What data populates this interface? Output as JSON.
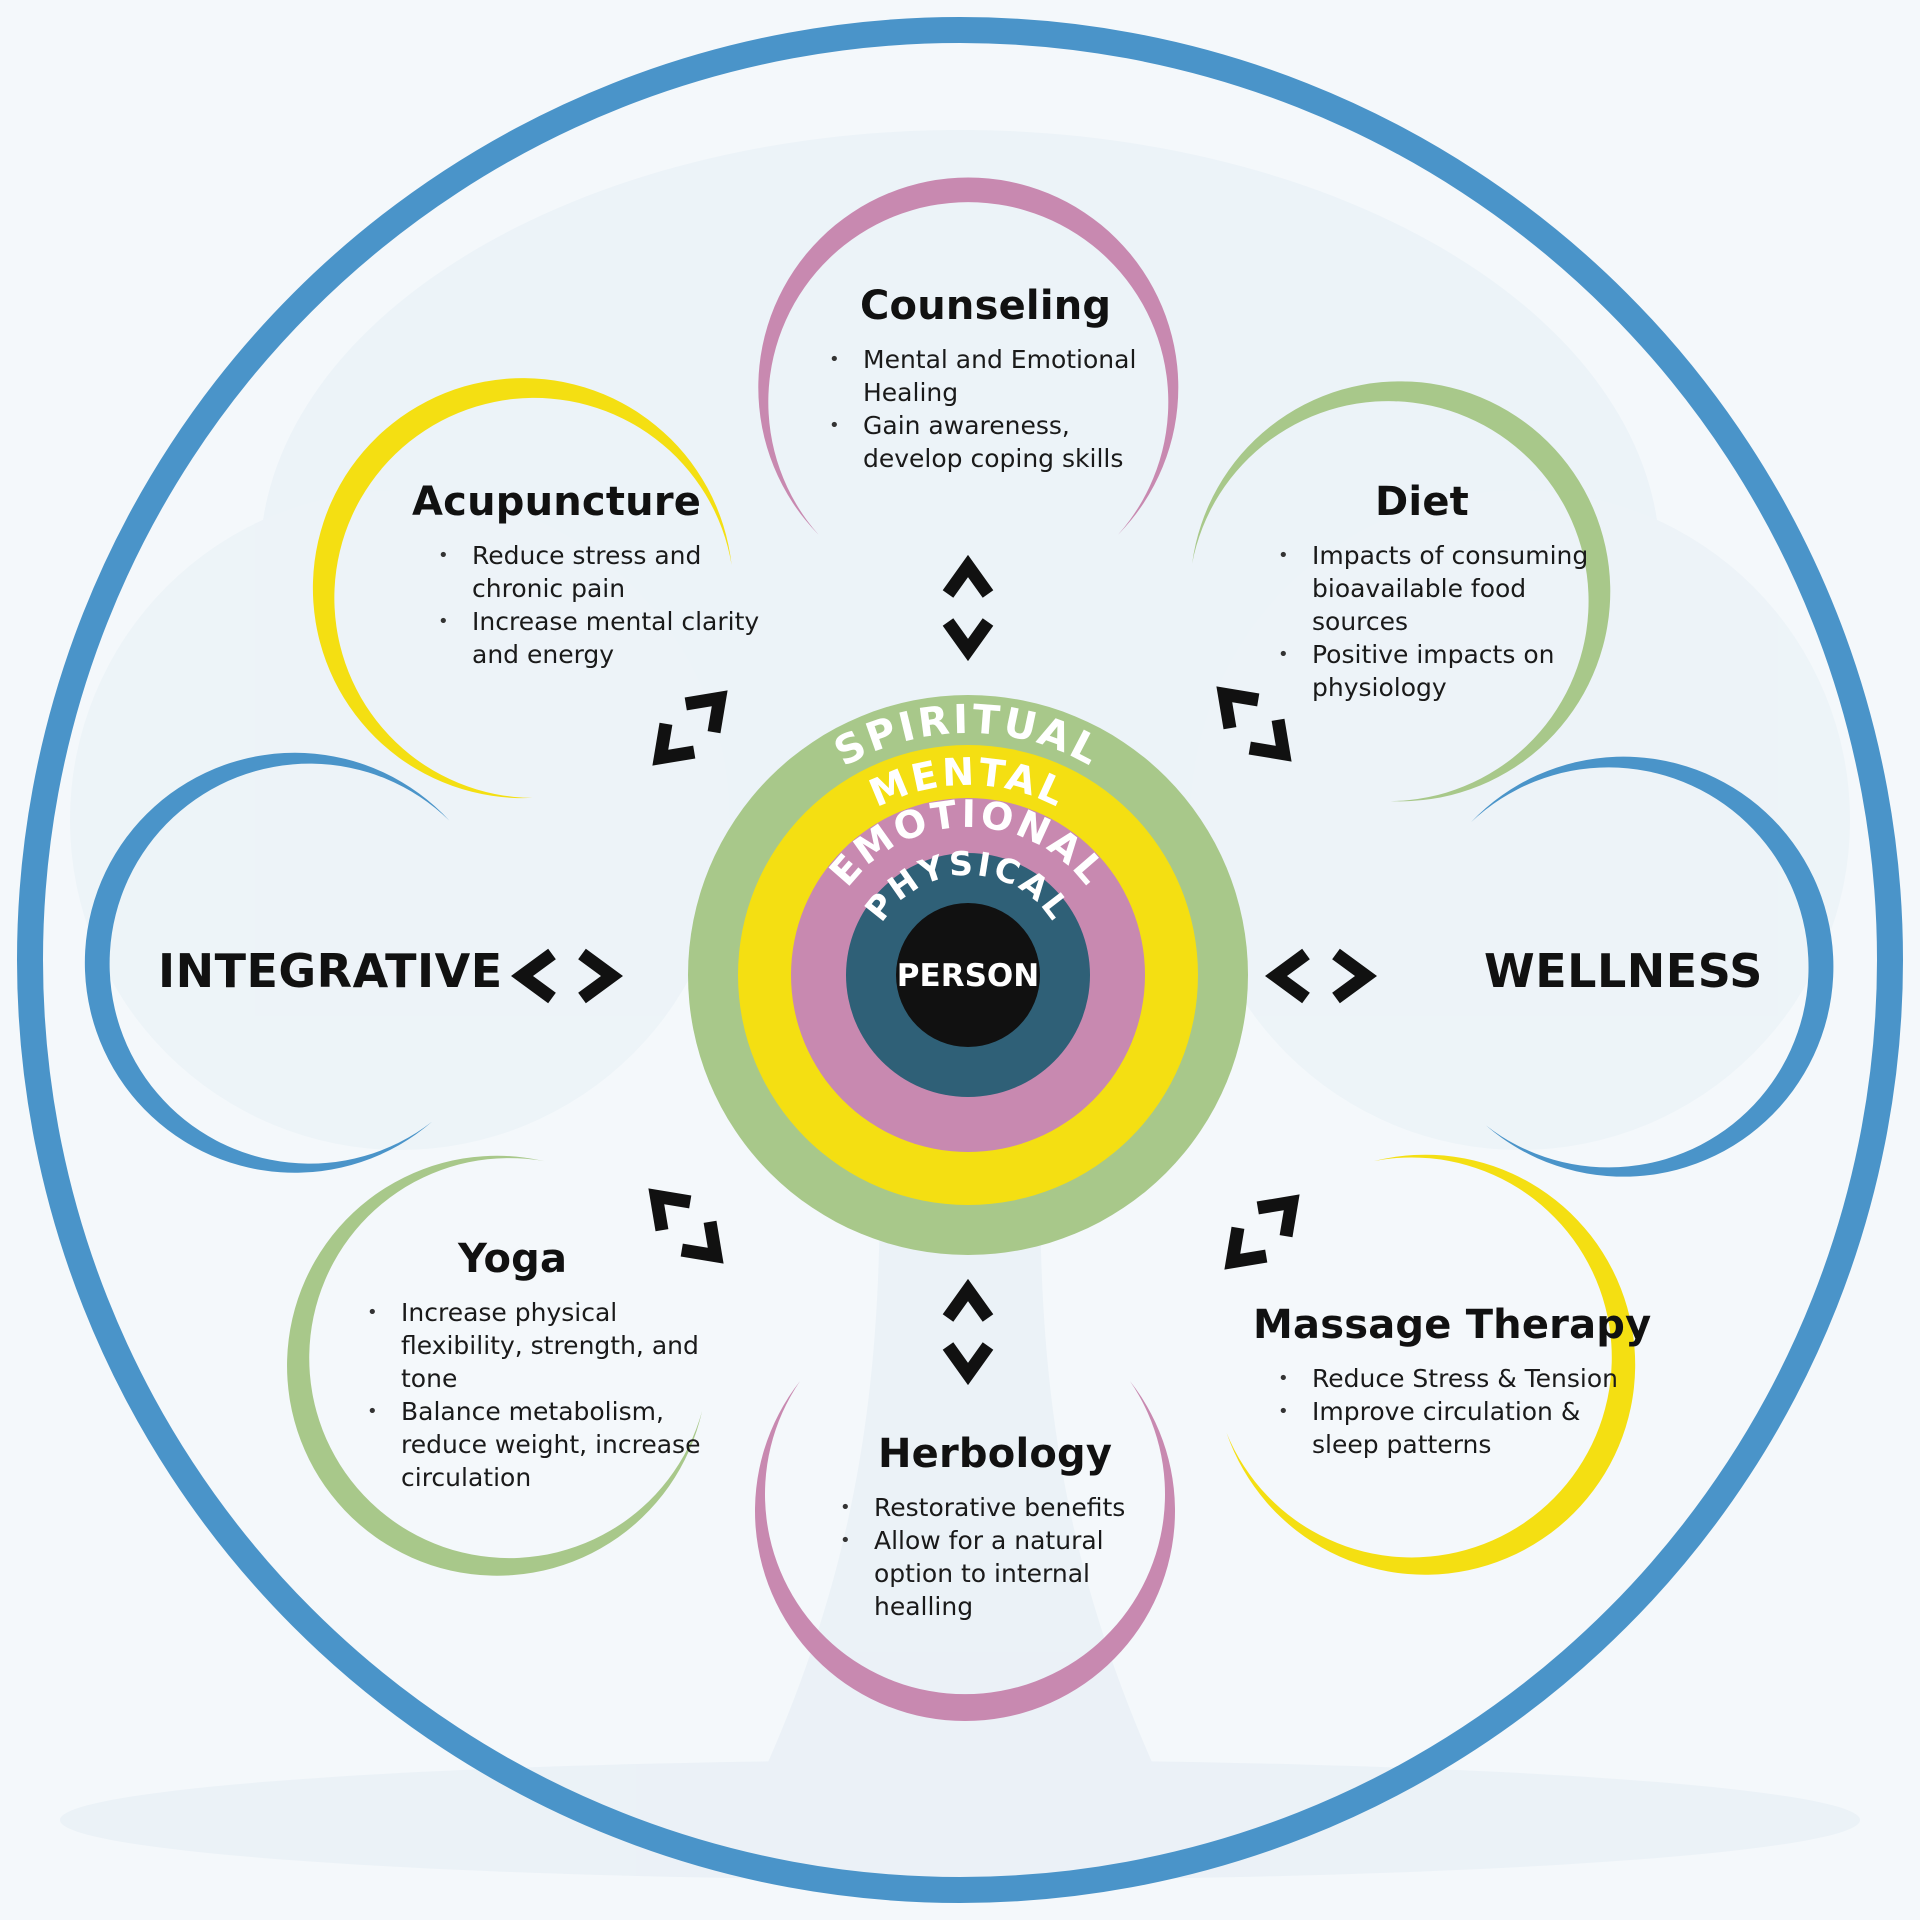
{
  "center": {
    "rings": [
      "SPIRITUAL",
      "MENTAL",
      "EMOTIONAL",
      "PHYSICAL"
    ],
    "person": "PERSON"
  },
  "sides": {
    "left": "INTEGRATIVE",
    "right": "WELLNESS"
  },
  "therapies": {
    "counseling": {
      "title": "Counseling",
      "bullets": [
        "Mental and Emotional Healing",
        "Gain awareness, develop coping skills"
      ]
    },
    "acupuncture": {
      "title": "Acupuncture",
      "bullets": [
        "Reduce stress and chronic pain",
        "Increase mental clarity and energy"
      ]
    },
    "diet": {
      "title": "Diet",
      "bullets": [
        "Impacts of consuming bioavailable food sources",
        "Positive impacts on physiology"
      ]
    },
    "yoga": {
      "title": "Yoga",
      "bullets": [
        "Increase physical flexibility, strength, and tone",
        "Balance metabolism, reduce weight, increase circulation"
      ]
    },
    "herbology": {
      "title": "Herbology",
      "bullets": [
        "Restorative benefits",
        "Allow for a natural option to internal healling"
      ]
    },
    "massage": {
      "title": "Massage Therapy",
      "bullets": [
        "Reduce Stress & Tension",
        "Improve circulation & sleep patterns"
      ]
    }
  },
  "colors": {
    "blue": "#4a94c9",
    "pink": "#c889b0",
    "green": "#a8c88a",
    "yellow": "#f4df12",
    "teal": "#2f6077",
    "black": "#111111"
  }
}
